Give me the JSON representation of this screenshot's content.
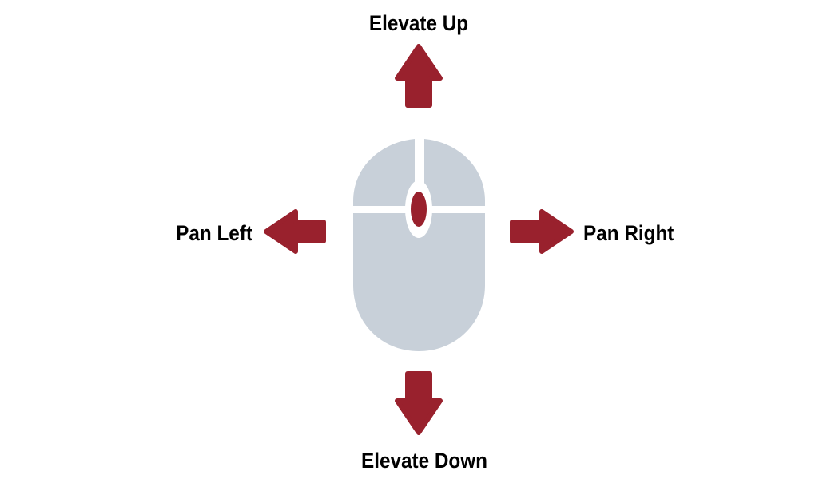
{
  "labels": {
    "up": "Elevate Up",
    "down": "Elevate Down",
    "left": "Pan Left",
    "right": "Pan Right"
  },
  "icons": {
    "mouse": "computer-mouse-icon",
    "wheel": "scroll-wheel-icon",
    "arrow_up": "arrow-up-icon",
    "arrow_down": "arrow-down-icon",
    "arrow_left": "arrow-left-icon",
    "arrow_right": "arrow-right-icon"
  },
  "colors": {
    "arrow": "#99212D",
    "mouse_body": "#C8D0D9",
    "background": "#FFFFFF",
    "text": "#000000"
  }
}
